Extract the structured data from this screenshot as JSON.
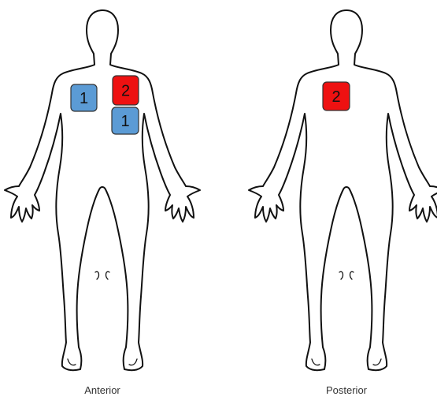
{
  "views": [
    {
      "label": "Anterior",
      "pads": [
        {
          "number": "1",
          "role": "negative",
          "color": "#5B9BD5"
        },
        {
          "number": "2",
          "role": "positive",
          "color": "#EE1111"
        },
        {
          "number": "1",
          "role": "negative",
          "color": "#5B9BD5"
        }
      ]
    },
    {
      "label": "Posterior",
      "pads": [
        {
          "number": "2",
          "role": "positive",
          "color": "#EE1111"
        }
      ]
    }
  ]
}
